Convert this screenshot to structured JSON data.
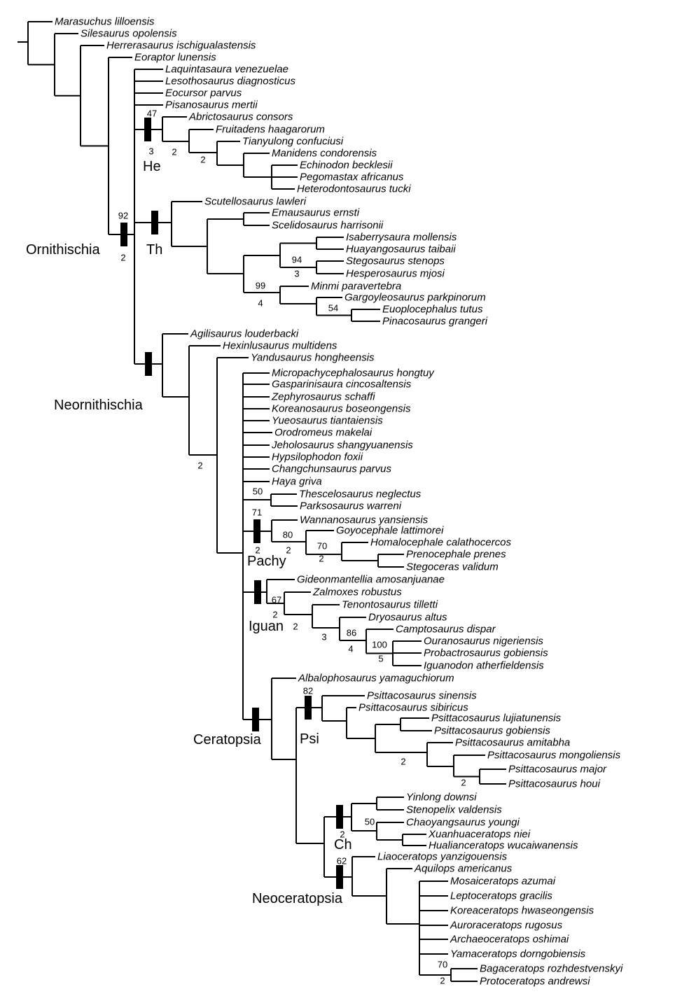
{
  "taxa": [
    "Marasuchus lilloensis",
    "Silesaurus opolensis",
    "Herrerasaurus ischigualastensis",
    "Eoraptor lunensis",
    "Laquintasaura venezuelae",
    "Lesothosaurus diagnosticus",
    "Eocursor parvus",
    "Pisanosaurus mertii",
    "Abrictosaurus consors",
    "Fruitadens haagarorum",
    "Tianyulong confuciusi",
    "Manidens condorensis",
    "Echinodon becklesii",
    "Pegomastax africanus",
    "Heterodontosaurus tucki",
    "Scutellosaurus lawleri",
    "Emausaurus ernsti",
    "Scelidosaurus harrisonii",
    "Isaberrysaura mollensis",
    "Huayangosaurus taibaii",
    "Stegosaurus stenops",
    "Hesperosaurus mjosi",
    "Minmi paravertebra",
    "Gargoyleosaurus parkpinorum",
    "Euoplocephalus tutus",
    "Pinacosaurus grangeri",
    "Agilisaurus louderbacki",
    "Hexinlusaurus multidens",
    "Yandusaurus hongheensis",
    "Micropachycephalosaurus hongtuy",
    "Gasparinisaura cincosaltensis",
    "Zephyrosaurus schaffi",
    "Koreanosaurus boseongensis",
    "Yueosaurus tiantaiensis",
    "Orodromeus makelai",
    "Jeholosaurus shangyuanensis",
    "Hypsilophodon foxii",
    "Changchunsaurus parvus",
    "Haya griva",
    "Thescelosaurus neglectus",
    "Parksosaurus warreni",
    "Wannanosaurus yansiensis",
    "Goyocephale lattimorei",
    "Homalocephale calathocercos",
    "Prenocephale prenes",
    "Stegoceras validum",
    "Gideonmantellia amosanjuanae",
    "Zalmoxes robustus",
    "Tenontosaurus tilletti",
    "Dryosaurus altus",
    "Camptosaurus dispar",
    "Ouranosaurus nigeriensis",
    "Probactrosaurus gobiensis",
    "Iguanodon atherfieldensis",
    "Albalophosaurus yamaguchiorum",
    "Psittacosaurus sinensis",
    "Psittacosaurus sibiricus",
    "Psittacosaurus lujiatunensis",
    "Psittacosaurus gobiensis",
    "Psittacosaurus amitabha",
    "Psittacosaurus mongoliensis",
    "Psittacosaurus major",
    "Psittacosaurus houi",
    "Yinlong downsi",
    "Stenopelix valdensis",
    "Chaoyangsaurus youngi",
    "Xuanhuaceratops niei",
    "Hualianceratops wucaiwanensis",
    "Liaoceratops yanzigouensis",
    "Aquilops americanus",
    "Mosaiceratops azumai",
    "Leptoceratops gracilis",
    "Koreaceratops hwaseongensis",
    "Auroraceratops rugosus",
    "Archaeoceratops oshimai",
    "Yamaceratops dorngobiensis",
    "Bagaceratops rozhdestvenskyi",
    "Protoceratops andrewsi"
  ],
  "clade_labels": [
    "Ornithischia",
    "He",
    "Th",
    "Neornithischia",
    "Pachy",
    "Iguan",
    "Ceratopsia",
    "Psi",
    "Ch",
    "Neoceratopsia"
  ],
  "support_values": [
    "47",
    "3",
    "2",
    "2",
    "92",
    "2",
    "94",
    "3",
    "99",
    "4",
    "54",
    "2",
    "50",
    "71",
    "2",
    "80",
    "2",
    "70",
    "2",
    "67",
    "2",
    "2",
    "3",
    "86",
    "4",
    "100",
    "5",
    "82",
    "2",
    "2",
    "2",
    "50",
    "62",
    "70",
    "2"
  ],
  "colors": {
    "branch": "#000000",
    "synapomorphy_bar": "#000000"
  }
}
